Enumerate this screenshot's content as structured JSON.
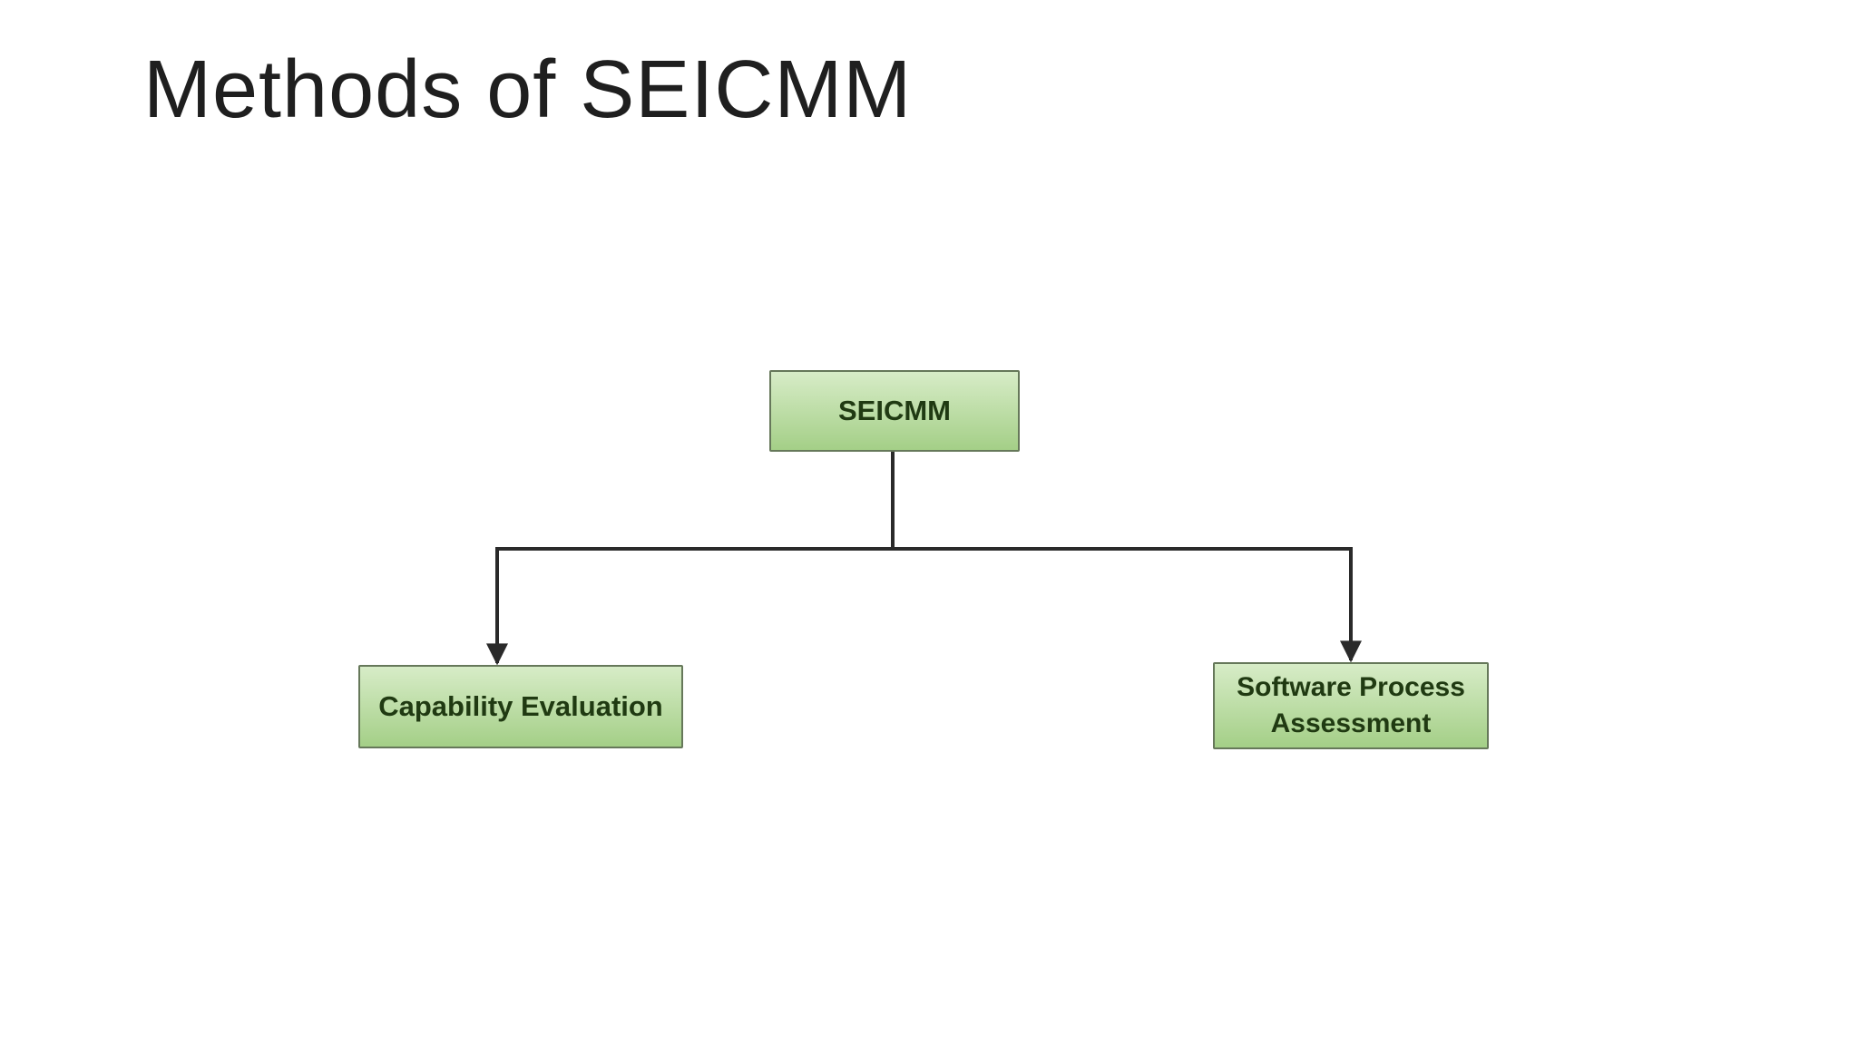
{
  "slide": {
    "title": "Methods of SEICMM"
  },
  "diagram": {
    "type": "tree",
    "root": {
      "label": "SEICMM"
    },
    "children": [
      {
        "label": "Capability Evaluation"
      },
      {
        "label": "Software Process Assessment"
      }
    ]
  },
  "colors": {
    "background": "#ffffff",
    "title_text": "#1f1f1f",
    "node_fill_top": "#d7ecc7",
    "node_fill_bottom": "#a4cf87",
    "node_border": "#66785a",
    "node_text": "#203a12",
    "connector": "#2a2a2a"
  }
}
